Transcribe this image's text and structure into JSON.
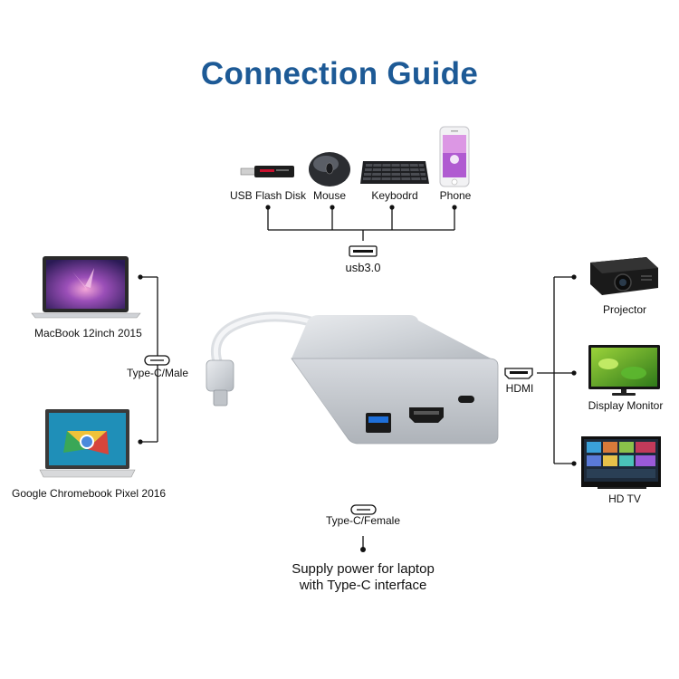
{
  "title": "Connection Guide",
  "top_devices": [
    {
      "label": "USB Flash Disk",
      "icon": "usb-flash-disk-icon"
    },
    {
      "label": "Mouse",
      "icon": "mouse-icon"
    },
    {
      "label": "Keybodrd",
      "icon": "keyboard-icon"
    },
    {
      "label": "Phone",
      "icon": "phone-icon"
    }
  ],
  "usb_port_label": "usb3.0",
  "left_devices": [
    {
      "label": "MacBook 12inch 2015",
      "icon": "macbook-icon"
    },
    {
      "label": "Google Chromebook Pixel 2016",
      "icon": "chromebook-icon"
    }
  ],
  "left_port_label": "Type-C/Male",
  "right_devices": [
    {
      "label": "Projector",
      "icon": "projector-icon"
    },
    {
      "label": "Display Monitor",
      "icon": "monitor-icon"
    },
    {
      "label": "HD TV",
      "icon": "tv-icon"
    }
  ],
  "right_port_label": "HDMI",
  "bottom_port_label": "Type-C/Female",
  "bottom_note": [
    "Supply power for laptop",
    "with Type-C interface"
  ],
  "colors": {
    "title": "#1d5a96",
    "lines": "#111111",
    "adapter": "#c9cdd2"
  }
}
